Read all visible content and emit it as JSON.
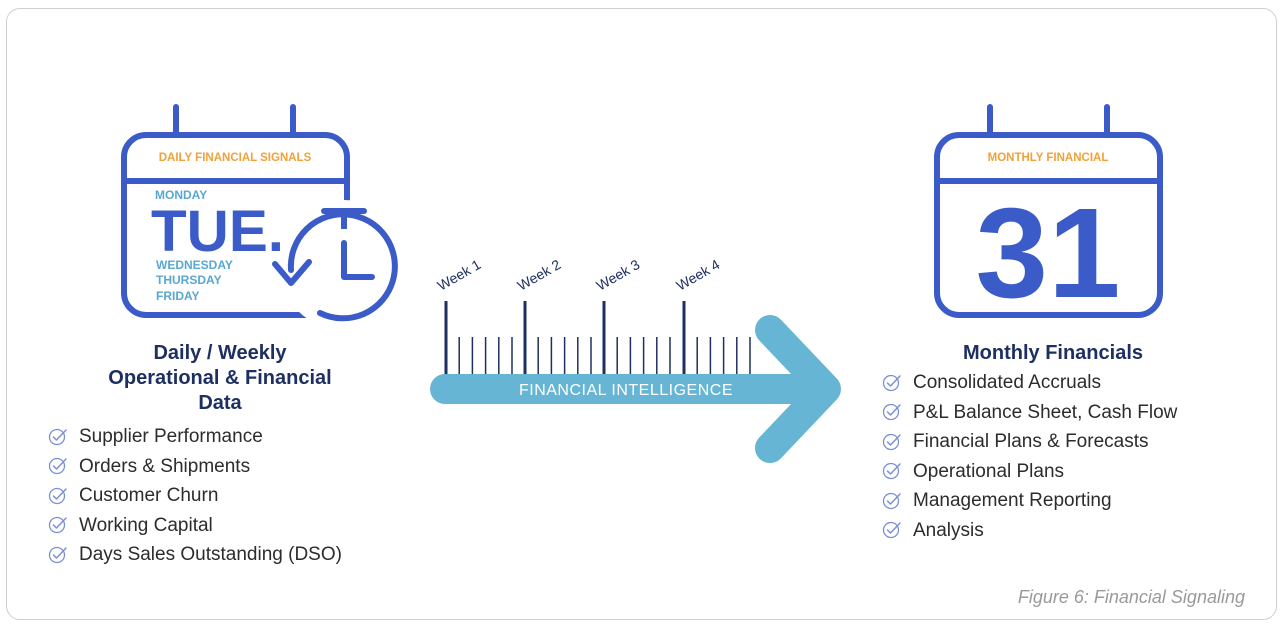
{
  "colors": {
    "calendar_blue": "#3b5cc8",
    "accent_orange": "#f0a13a",
    "light_blue": "#5aa7cf",
    "navy": "#1e2f62",
    "arrow_blue": "#66b5d4",
    "caption_gray": "#9a9a9a"
  },
  "left": {
    "calendar_header": "DAILY FINANCIAL SIGNALS",
    "day_before": "MONDAY",
    "day_current": "TUE.",
    "days_after": [
      "WEDNESDAY",
      "THURSDAY",
      "FRIDAY"
    ],
    "heading_lines": [
      "Daily / Weekly",
      "Operational & Financial",
      "Data"
    ],
    "items": [
      "Supplier Performance",
      "Orders & Shipments",
      "Customer Churn",
      "Working Capital",
      "Days Sales Outstanding (DSO)"
    ]
  },
  "middle": {
    "weeks": [
      "Week 1",
      "Week 2",
      "Week 3",
      "Week 4"
    ],
    "arrow_label": "FINANCIAL INTELLIGENCE"
  },
  "right": {
    "calendar_header": "MONTHLY FINANCIAL",
    "date_number": "31",
    "heading": "Monthly Financials",
    "items": [
      "Consolidated Accruals",
      "P&L Balance Sheet, Cash Flow",
      "Financial Plans & Forecasts",
      "Operational Plans",
      "Management Reporting",
      "Analysis"
    ]
  },
  "caption": "Figure 6: Financial Signaling"
}
